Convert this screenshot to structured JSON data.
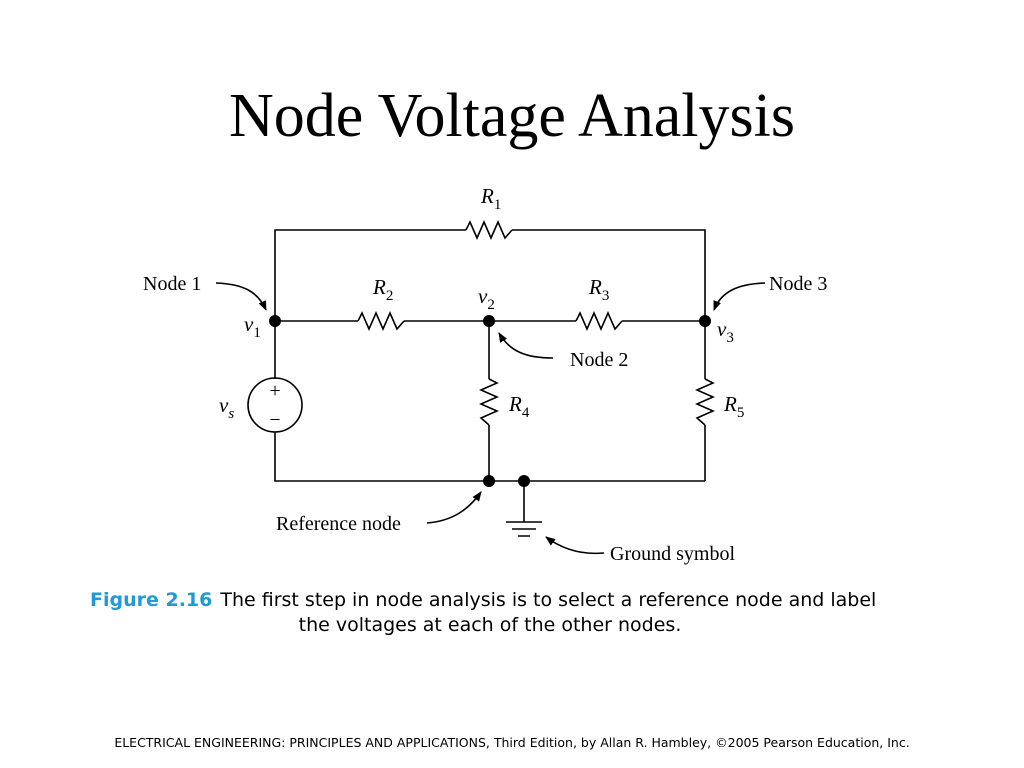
{
  "slide": {
    "title": "Node Voltage Analysis"
  },
  "circuit": {
    "resistors": {
      "r1": {
        "symbol": "R",
        "sub": "1"
      },
      "r2": {
        "symbol": "R",
        "sub": "2"
      },
      "r3": {
        "symbol": "R",
        "sub": "3"
      },
      "r4": {
        "symbol": "R",
        "sub": "4"
      },
      "r5": {
        "symbol": "R",
        "sub": "5"
      }
    },
    "voltages": {
      "v1": {
        "symbol": "v",
        "sub": "1"
      },
      "v2": {
        "symbol": "v",
        "sub": "2"
      },
      "v3": {
        "symbol": "v",
        "sub": "3"
      }
    },
    "source": {
      "symbol": "v",
      "sub": "s",
      "plus": "+",
      "minus": "−"
    },
    "callouts": {
      "node1": "Node 1",
      "node2": "Node 2",
      "node3": "Node 3",
      "reference": "Reference node",
      "ground": "Ground symbol"
    }
  },
  "caption": {
    "figure_number": "Figure 2.16",
    "line1": "The first step in node analysis is to select a reference node and label",
    "line2": "the voltages at each of the other nodes."
  },
  "footer": {
    "text": "ELECTRICAL ENGINEERING: PRINCIPLES AND APPLICATIONS, Third Edition, by Allan R. Hambley, ©2005 Pearson Education, Inc."
  }
}
